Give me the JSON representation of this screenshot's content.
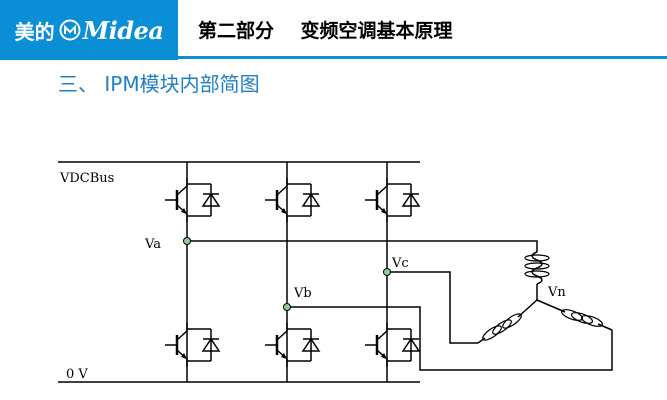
{
  "header": {
    "logo_cn": "美的",
    "logo_en": "Midea",
    "title": "第二部分    变频空调基本原理"
  },
  "section": {
    "title": "三、 IPM模块内部简图"
  },
  "diagram": {
    "labels": {
      "vdcbus": "VDCBus",
      "va": "Va",
      "vb": "Vb",
      "vc": "Vc",
      "vn": "Vn",
      "zero_v": "0 V"
    }
  },
  "colors": {
    "brand_blue": "#0a8fd6",
    "section_blue": "#1f7fc6",
    "node_fill": "#8fcf9a",
    "line": "#000000"
  }
}
